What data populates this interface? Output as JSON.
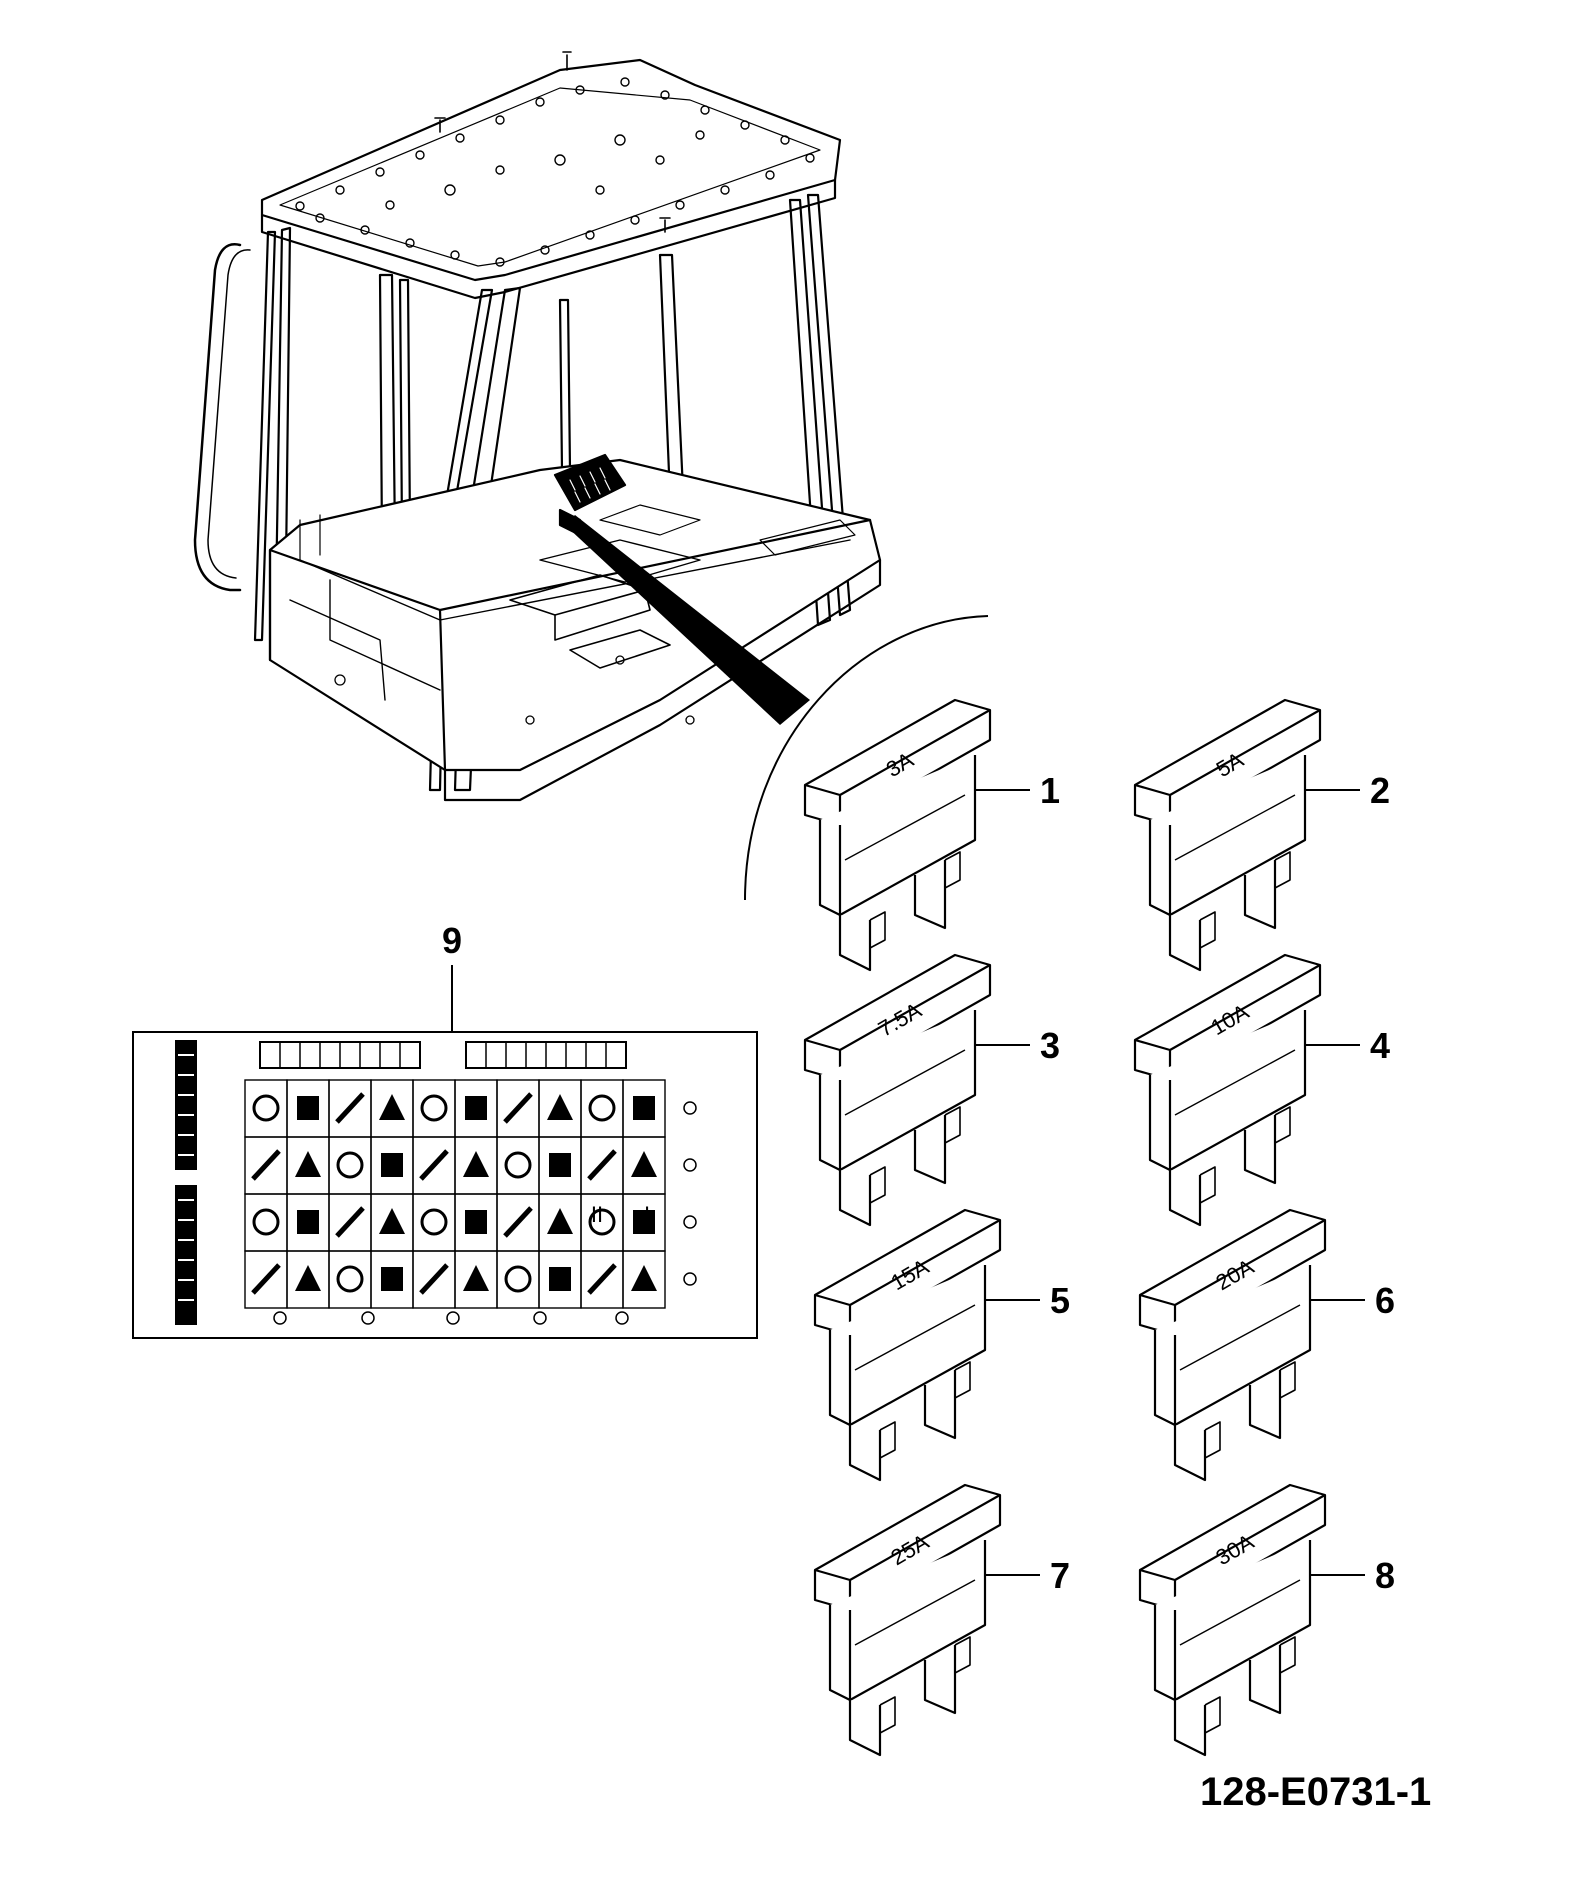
{
  "drawing_number": "128-E0731-1",
  "callouts": [
    "1",
    "2",
    "3",
    "4",
    "5",
    "6",
    "7",
    "8",
    "9"
  ],
  "fuses": [
    {
      "item": "1",
      "rating": "3A"
    },
    {
      "item": "2",
      "rating": "5A"
    },
    {
      "item": "3",
      "rating": "7.5A"
    },
    {
      "item": "4",
      "rating": "10A"
    },
    {
      "item": "5",
      "rating": "15A"
    },
    {
      "item": "6",
      "rating": "20A"
    },
    {
      "item": "7",
      "rating": "25A"
    },
    {
      "item": "8",
      "rating": "30A"
    }
  ],
  "label": {
    "item": "9",
    "roman_numerals": [
      "II",
      "I"
    ]
  }
}
